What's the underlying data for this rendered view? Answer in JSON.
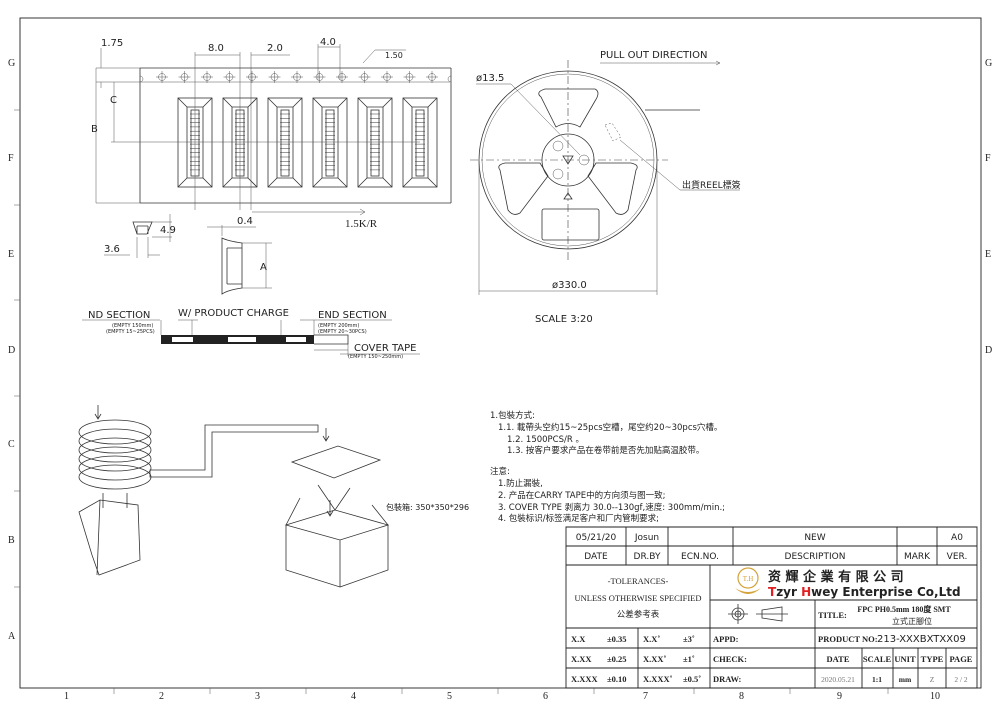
{
  "frame": {
    "row_letters": [
      "G",
      "F",
      "E",
      "D",
      "C",
      "B",
      "A"
    ],
    "col_numbers": [
      "1",
      "2",
      "3",
      "4",
      "5",
      "6",
      "7",
      "8",
      "9",
      "10"
    ]
  },
  "tape_view": {
    "dims": {
      "d175": "1.75",
      "d80": "8.0",
      "d20": "2.0",
      "d40": "4.0",
      "d150": "1.50",
      "c": "C",
      "b": "B",
      "a": "A",
      "d49": "4.9",
      "d36": "3.6",
      "d04": "0.4"
    },
    "direction_label": "1.5K/R"
  },
  "sections": {
    "lead": "ND SECTION",
    "product": "W/  PRODUCT CHARGE",
    "end": "END SECTION",
    "lead_note1": "(EMPTY 150mm)",
    "lead_note2": "(EMPTY 15~25PCS)",
    "end_note1": "(EMPTY 200mm)",
    "end_note2": "(EMPTY 20~30PCS)",
    "cover": "COVER TAPE",
    "cover_note": "(EMPTY 150~250mm)"
  },
  "reel": {
    "pull_out": "PULL OUT DIRECTION",
    "hub_dia": "ø13.5",
    "reel_dia": "ø330.0",
    "label_callout": "出貨REEL標簽",
    "scale": "SCALE 3:20"
  },
  "box_label": "包裝箱: 350*350*296",
  "notes": {
    "lines": [
      "1.包裝方式:",
      "1.1.  載帶头空约15~25pcs空槽，尾空约20~30pcs穴槽。",
      "1.2.  1500PCS/R  。",
      "1.3.  按客户要求产品在卷带前是否先加贴高温胶带。",
      "注意:",
      "1.防止漏裝,",
      "2.  产品在CARRY TAPE中的方向须与图一致;",
      "3.  COVER TYPE  剥离力 30.0--130gf,速度: 300mm/min.;",
      "4.     包裝标识/标签满足客户和厂内管制要求;"
    ]
  },
  "title_block": {
    "revision": {
      "date": "05/21/20",
      "drby": "Josun",
      "ecn": "",
      "description": "NEW",
      "mark": "",
      "ver": "A0"
    },
    "revision_headers": {
      "date": "DATE",
      "drby": "DR.BY",
      "ecn": "ECN.NO.",
      "description": "DESCRIPTION",
      "mark": "MARK",
      "ver": "VER."
    },
    "tolerances_title": "-TOLERANCES-",
    "tolerances_sub": "UNLESS OTHERWISE SPECIFIED",
    "tolerances_cn": "公差参考表",
    "tolerances": [
      {
        "k": "X.X",
        "v": "±0.35",
        "ak": "X.X˚",
        "av": "±3˚"
      },
      {
        "k": "X.XX",
        "v": "±0.25",
        "ak": "X.XX˚",
        "av": "±1˚"
      },
      {
        "k": "X.XXX",
        "v": "±0.10",
        "ak": "X.XXX˚",
        "av": "±0.5˚"
      }
    ],
    "company_cn": "资 輝 企 業 有 限 公 司",
    "company_en_t": "T",
    "company_en_1": "zyr ",
    "company_en_h": "H",
    "company_en_2": "wey Enterprise Co,Ltd",
    "logo_text": "T.H",
    "title_label": "TITLE:",
    "title_line1": "FPC PH0.5mm 180度 SMT",
    "title_line2": "立式正腳位",
    "appd_label": "APPD:",
    "check_label": "CHECK:",
    "draw_label": "DRAW:",
    "product_no_label": "PRODUCT NO:",
    "product_no": "213-XXXBXTXX09",
    "headers": {
      "date": "DATE",
      "scale": "SCALE",
      "unit": "UNIT",
      "type": "TYPE",
      "page": "PAGE"
    },
    "values": {
      "date": "2020.05.21",
      "scale": "1:1",
      "unit": "mm",
      "type": "Z",
      "page": "2 / 2"
    },
    "colors": {
      "logo": "#d4a23a",
      "brand_red": "#e02020"
    }
  }
}
